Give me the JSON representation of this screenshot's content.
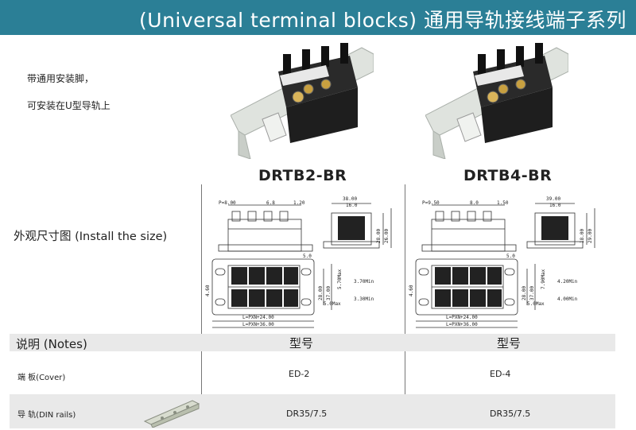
{
  "header": {
    "title": "(Universal terminal blocks) 通用导轨接线端子系列"
  },
  "intro": {
    "line1": "带通用安装脚，",
    "line2": "可安装在U型导轨上"
  },
  "models": {
    "left": {
      "name": "DRTB2-BR"
    },
    "right": {
      "name": "DRTB4-BR"
    }
  },
  "dims_label": "外观尺寸图 (Install the size)",
  "drawings": {
    "left": {
      "pitch": "P=8.00",
      "d1": "6.8",
      "d2": "1.20",
      "w_top": "38.00",
      "w_top2": "16.0",
      "h1": "28.00",
      "h2": "26.00",
      "base": "5.0",
      "h_side": "4.60",
      "side1": "28.00",
      "side2": "37.00",
      "v1": "5.70Max",
      "hole1": "3.70Min",
      "hole2": "3.30Min",
      "max": "5.0Max",
      "len1": "L=PXN+24.00",
      "len2": "L=PXN+36.00"
    },
    "right": {
      "pitch": "P=9.50",
      "d1": "8.0",
      "d2": "1.50",
      "w_top": "39.00",
      "w_top2": "16.0",
      "h1": "18.00",
      "h2": "29.00",
      "base": "5.0",
      "h_side": "4.60",
      "side1": "28.00",
      "side2": "37.00",
      "v1": "7.90Max",
      "hole1": "4.20Min",
      "hole2": "4.00Min",
      "max": "5.0Max",
      "len1": "L=PXN+24.00",
      "len2": "L=PXN+36.00"
    }
  },
  "notes": {
    "title": "说明 (Notes)",
    "col_left": "型号",
    "col_right": "型号",
    "rows": [
      {
        "label": "端  板(Cover)",
        "left": "ED-2",
        "right": "ED-4"
      },
      {
        "label": "导  轨(DIN rails)",
        "left": "DR35/7.5",
        "right": "DR35/7.5"
      }
    ]
  },
  "colors": {
    "header_bg": "#2b7f96",
    "row_bg": "#e9e9e9"
  }
}
